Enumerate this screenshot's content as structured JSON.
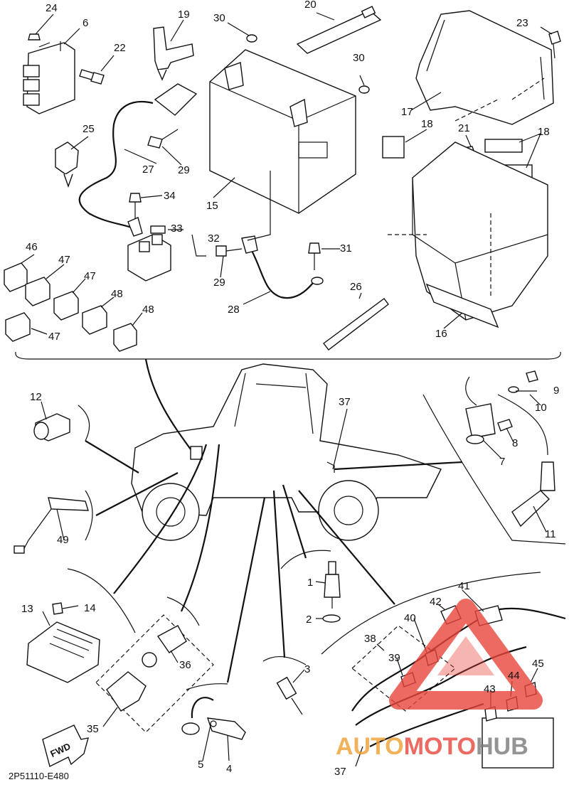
{
  "callouts": [
    {
      "id": "c24",
      "text": "24"
    },
    {
      "id": "c6",
      "text": "6"
    },
    {
      "id": "c22",
      "text": "22"
    },
    {
      "id": "c19",
      "text": "19"
    },
    {
      "id": "c30a",
      "text": "30"
    },
    {
      "id": "c20",
      "text": "20"
    },
    {
      "id": "c30b",
      "text": "30"
    },
    {
      "id": "c23",
      "text": "23"
    },
    {
      "id": "c17",
      "text": "17"
    },
    {
      "id": "c18a",
      "text": "18"
    },
    {
      "id": "c21",
      "text": "21"
    },
    {
      "id": "c18b",
      "text": "18"
    },
    {
      "id": "c25",
      "text": "25"
    },
    {
      "id": "c27",
      "text": "27"
    },
    {
      "id": "c29a",
      "text": "29"
    },
    {
      "id": "c15",
      "text": "15"
    },
    {
      "id": "c34",
      "text": "34"
    },
    {
      "id": "c33",
      "text": "33"
    },
    {
      "id": "c32",
      "text": "32"
    },
    {
      "id": "c31",
      "text": "31"
    },
    {
      "id": "c29b",
      "text": "29"
    },
    {
      "id": "c26",
      "text": "26"
    },
    {
      "id": "c28",
      "text": "28"
    },
    {
      "id": "c16",
      "text": "16"
    },
    {
      "id": "c46",
      "text": "46"
    },
    {
      "id": "c47a",
      "text": "47"
    },
    {
      "id": "c47b",
      "text": "47"
    },
    {
      "id": "c48a",
      "text": "48"
    },
    {
      "id": "c48b",
      "text": "48"
    },
    {
      "id": "c47c",
      "text": "47"
    },
    {
      "id": "c12",
      "text": "12"
    },
    {
      "id": "c37a",
      "text": "37"
    },
    {
      "id": "c9",
      "text": "9"
    },
    {
      "id": "c10",
      "text": "10"
    },
    {
      "id": "c8",
      "text": "8"
    },
    {
      "id": "c7",
      "text": "7"
    },
    {
      "id": "c11",
      "text": "11"
    },
    {
      "id": "c49",
      "text": "49"
    },
    {
      "id": "c1",
      "text": "1"
    },
    {
      "id": "c2",
      "text": "2"
    },
    {
      "id": "c41",
      "text": "41"
    },
    {
      "id": "c42",
      "text": "42"
    },
    {
      "id": "c40",
      "text": "40"
    },
    {
      "id": "c13",
      "text": "13"
    },
    {
      "id": "c14",
      "text": "14"
    },
    {
      "id": "c38",
      "text": "38"
    },
    {
      "id": "c39",
      "text": "39"
    },
    {
      "id": "c44",
      "text": "44"
    },
    {
      "id": "c45",
      "text": "45"
    },
    {
      "id": "c36",
      "text": "36"
    },
    {
      "id": "c3",
      "text": "3"
    },
    {
      "id": "c43",
      "text": "43"
    },
    {
      "id": "c35",
      "text": "35"
    },
    {
      "id": "c5",
      "text": "5"
    },
    {
      "id": "c4",
      "text": "4"
    },
    {
      "id": "c37b",
      "text": "37"
    }
  ],
  "fwd_label": "FWD",
  "diagram_code": "2P51110-E480",
  "watermark": "AUTOMOTOHUB",
  "colors": {
    "ink": "#111111",
    "watermark_red": "#e8453c",
    "watermark_orange": "#f0a030",
    "watermark_grey": "#7a7a7a"
  }
}
